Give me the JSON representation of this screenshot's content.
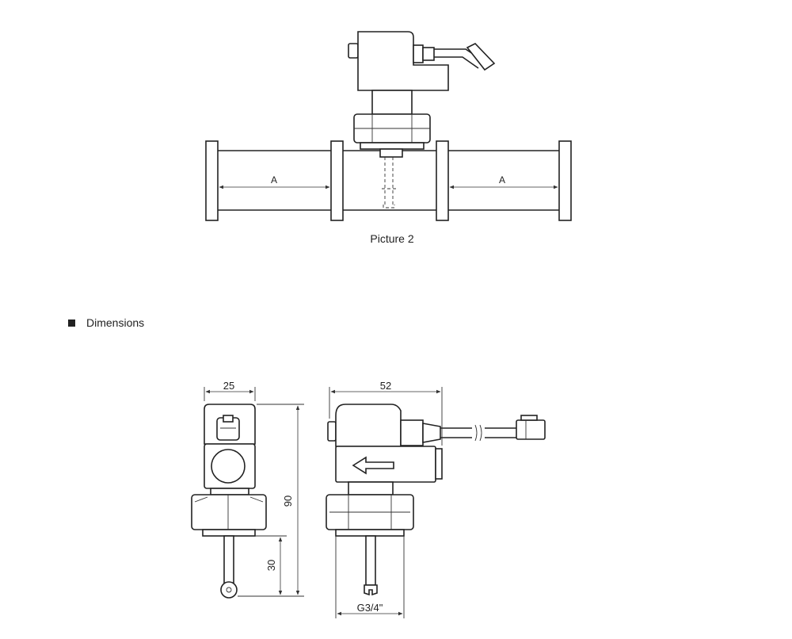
{
  "picture2": {
    "caption": "Picture 2",
    "label_left": "A",
    "label_right": "A"
  },
  "dimensions_section": {
    "heading": "Dimensions",
    "bullet_icon": "square-bullet-icon"
  },
  "front_view": {
    "width_label": "25",
    "height_label": "90",
    "probe_label": "30"
  },
  "side_view": {
    "width_label": "52",
    "thread_label": "G3/4\""
  },
  "colors": {
    "line": "#222222",
    "background": "#ffffff"
  }
}
